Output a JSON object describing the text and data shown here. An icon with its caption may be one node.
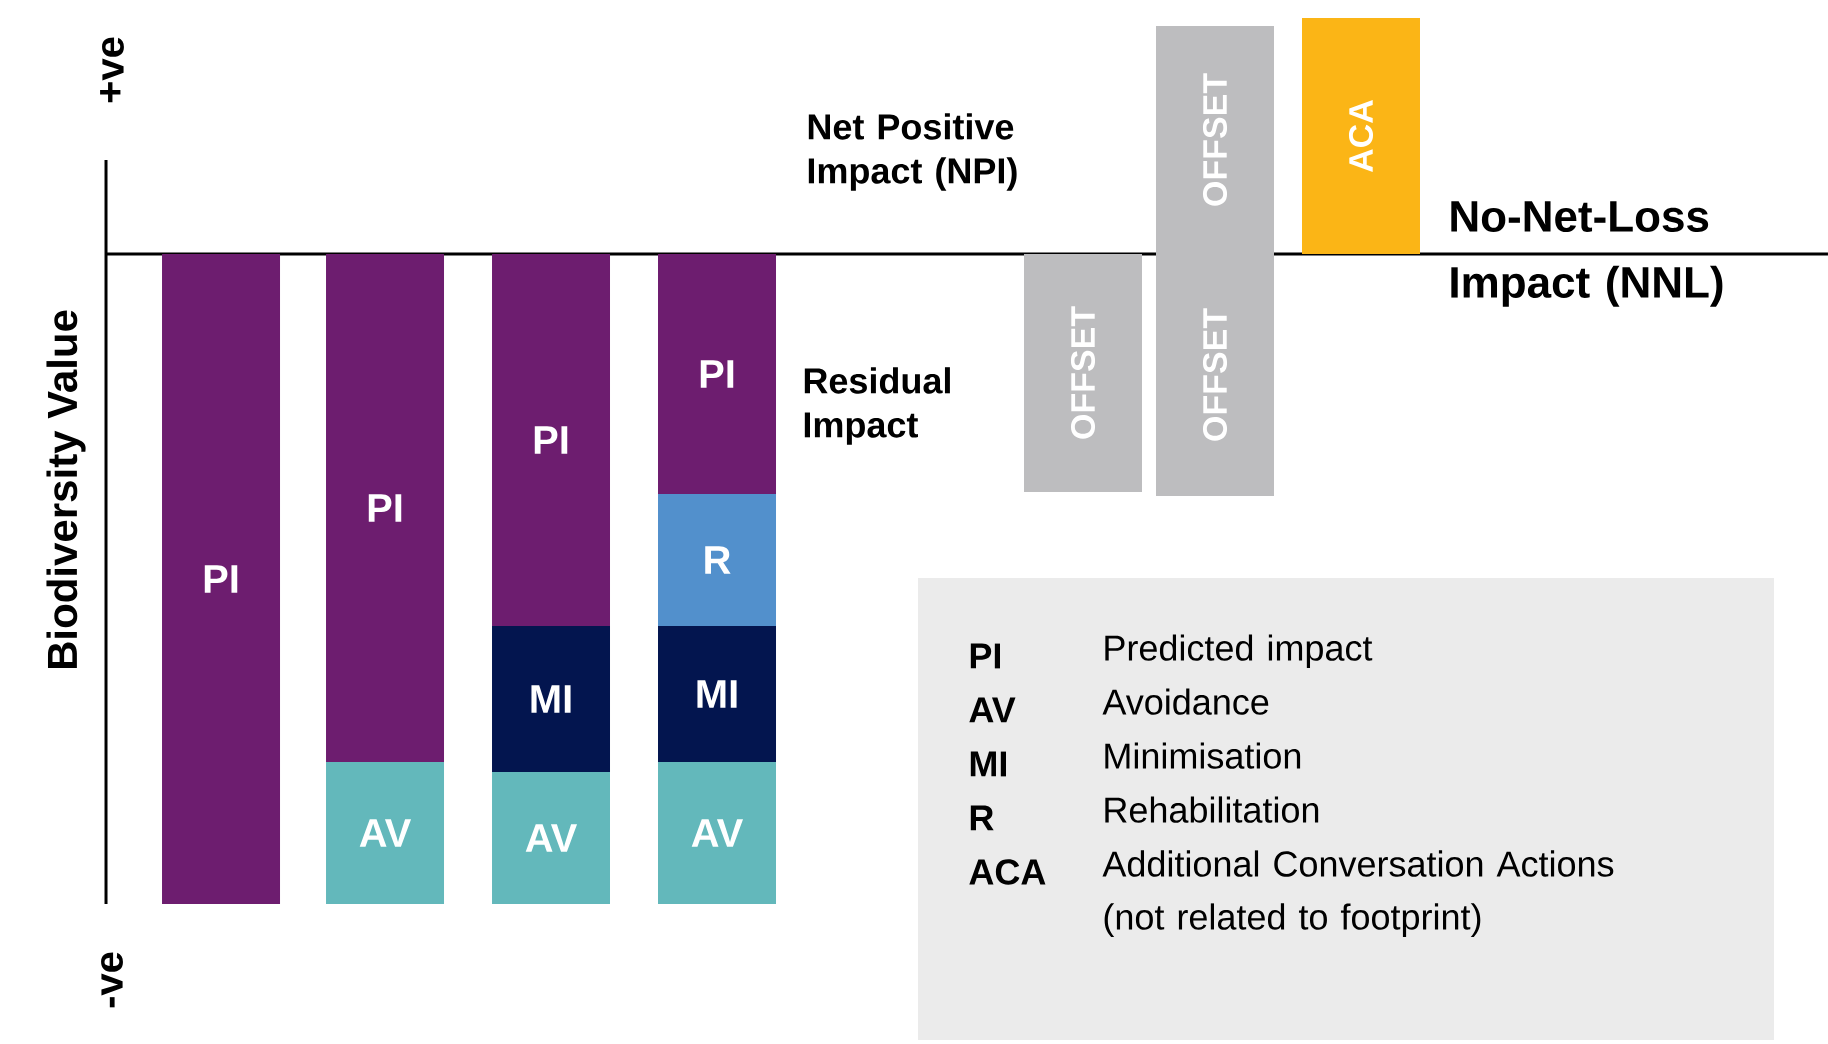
{
  "diagram": {
    "nodes": [
      {
        "text": [
          "PI"
        ]
      },
      {
        "text": [
          "PI"
        ]
      },
      {
        "text": [
          "AV"
        ]
      },
      {
        "text": [
          "PI"
        ]
      },
      {
        "text": [
          "MI"
        ]
      },
      {
        "text": [
          "AV"
        ]
      },
      {
        "text": [
          "PI"
        ]
      },
      {
        "text": [
          "R"
        ]
      },
      {
        "text": [
          "MI"
        ]
      },
      {
        "text": [
          "AV"
        ]
      },
      {
        "text": [
          "OFFSET"
        ]
      },
      {
        "text": [
          "OFFSET"
        ]
      },
      {
        "text": [
          "OFFSET"
        ]
      },
      {
        "text": [
          "ACA"
        ]
      }
    ],
    "labels": [
      "+ve",
      "Biodiversity Value",
      "-ve",
      "Net Positive Impact (NPI)",
      "Residual Impact",
      "No-Net-Loss Impact (NNL)",
      "PI",
      "Predicted impact",
      "AV",
      "Avoidance",
      "MI",
      "Minimisation",
      "R",
      "Rehabilitation",
      "ACA",
      "Additional Conversation Actions (not related to footprint)"
    ]
  }
}
